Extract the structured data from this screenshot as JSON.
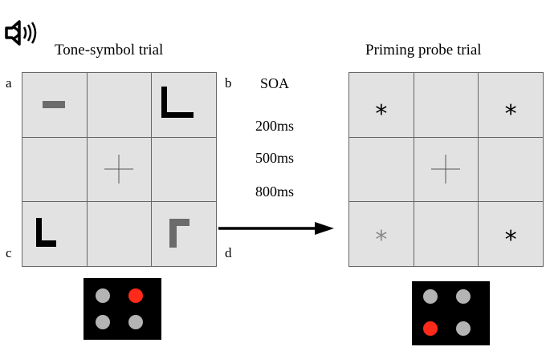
{
  "titles": {
    "left": "Tone-symbol trial",
    "right": "Priming probe trial"
  },
  "corners": {
    "a": "a",
    "b": "b",
    "c": "c",
    "d": "d"
  },
  "soa": {
    "label": "SOA",
    "values": [
      "200ms",
      "500ms",
      "800ms"
    ]
  },
  "icons": {
    "speaker": "speaker-with-sound-waves-icon",
    "arrow": "right-arrow"
  },
  "left_grid": {
    "cells": [
      "horizontal-bar",
      "",
      "L-shape",
      "",
      "fixation-cross",
      "",
      "L-shape",
      "",
      "corner-shape"
    ]
  },
  "right_grid": {
    "stars": [
      "*",
      "*",
      "*",
      "*"
    ]
  },
  "colors": {
    "cell": "#e2e2e2",
    "symbol_black": "#000000",
    "symbol_gray": "#6b6b6b",
    "star_gray": "#8a8a8a",
    "dot_gray": "#b4b4b4",
    "dot_red": "#ff2a1a",
    "panel": "#000000"
  },
  "left_lights": [
    "gray",
    "red",
    "gray",
    "gray"
  ],
  "right_lights": [
    "gray",
    "gray",
    "red",
    "gray"
  ]
}
